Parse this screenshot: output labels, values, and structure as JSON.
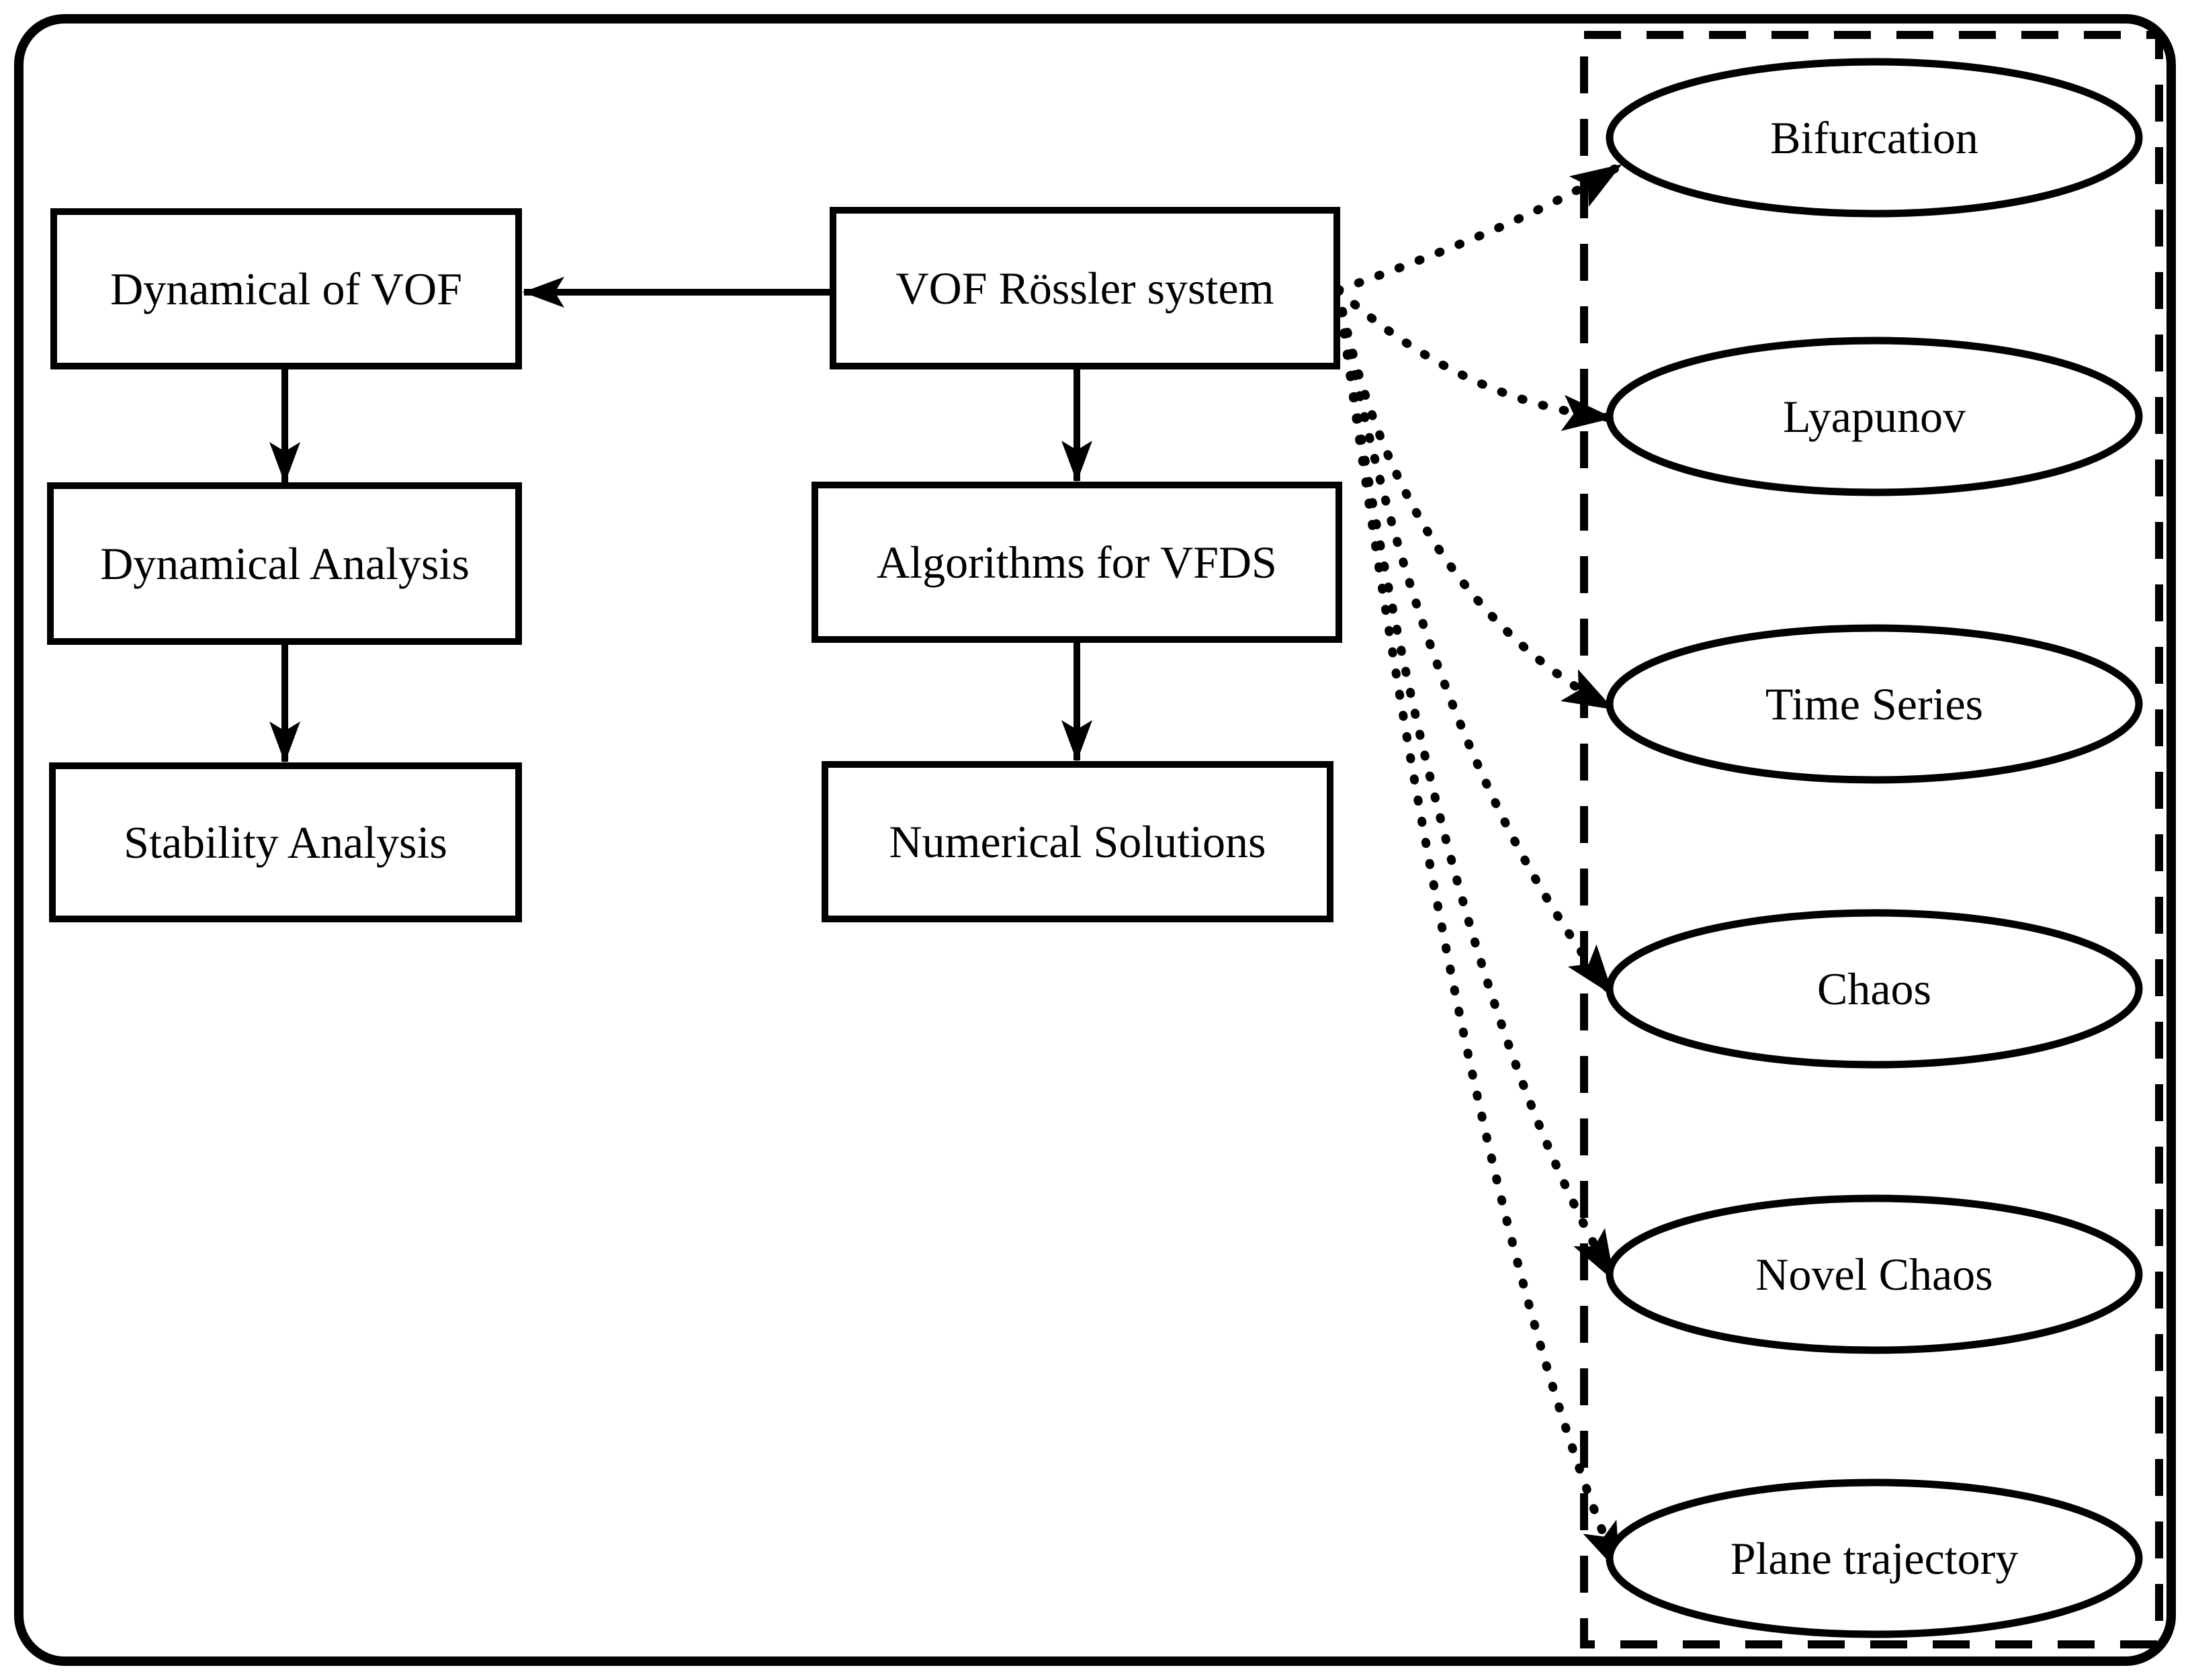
{
  "diagram": {
    "title": "VOF Rössler system flowchart",
    "colors": {
      "stroke": "#000000",
      "background": "#ffffff"
    },
    "boxes": [
      {
        "id": "dynamical-of-vof",
        "label": "Dynamical of VOF"
      },
      {
        "id": "vof-rossler-system",
        "label": "VOF Rössler system"
      },
      {
        "id": "dynamical-analysis",
        "label": "Dynamical Analysis"
      },
      {
        "id": "algorithms-for-vfds",
        "label": "Algorithms for VFDS"
      },
      {
        "id": "stability-analysis",
        "label": "Stability Analysis"
      },
      {
        "id": "numerical-solutions",
        "label": "Numerical Solutions"
      }
    ],
    "ellipses": [
      {
        "id": "bifurcation",
        "label": "Bifurcation"
      },
      {
        "id": "lyapunov",
        "label": "Lyapunov"
      },
      {
        "id": "time-series",
        "label": "Time Series"
      },
      {
        "id": "chaos",
        "label": "Chaos"
      },
      {
        "id": "novel-chaos",
        "label": "Novel Chaos"
      },
      {
        "id": "plane-trajectory",
        "label": "Plane trajectory"
      }
    ],
    "solid_edges": [
      {
        "from": "vof-rossler-system",
        "to": "dynamical-of-vof"
      },
      {
        "from": "dynamical-of-vof",
        "to": "dynamical-analysis"
      },
      {
        "from": "dynamical-analysis",
        "to": "stability-analysis"
      },
      {
        "from": "vof-rossler-system",
        "to": "algorithms-for-vfds"
      },
      {
        "from": "algorithms-for-vfds",
        "to": "numerical-solutions"
      }
    ],
    "dotted_edges": [
      {
        "from": "vof-rossler-system",
        "to": "bifurcation"
      },
      {
        "from": "vof-rossler-system",
        "to": "lyapunov"
      },
      {
        "from": "vof-rossler-system",
        "to": "time-series"
      },
      {
        "from": "vof-rossler-system",
        "to": "chaos"
      },
      {
        "from": "vof-rossler-system",
        "to": "novel-chaos"
      },
      {
        "from": "vof-rossler-system",
        "to": "plane-trajectory"
      }
    ]
  }
}
